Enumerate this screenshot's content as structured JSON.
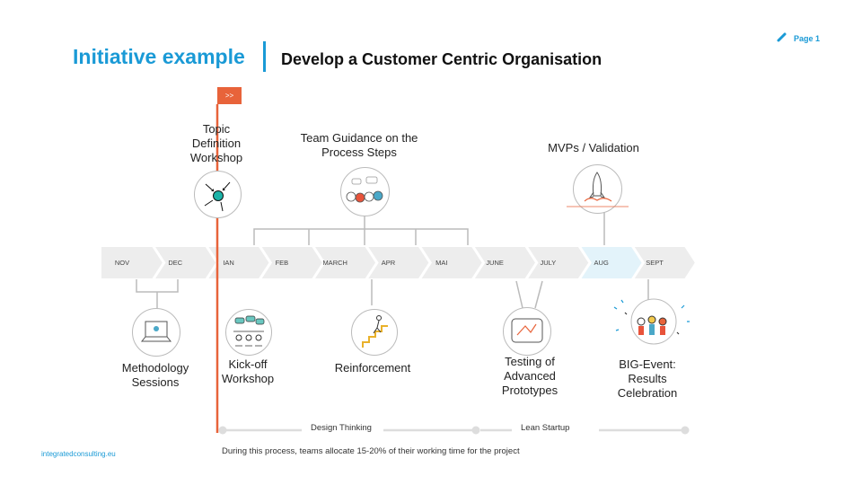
{
  "header": {
    "title": "Initiative example",
    "subtitle": "Develop a Customer Centric Organisation",
    "page_label": "Page 1"
  },
  "flag": {
    "label": ">>"
  },
  "months": [
    "NOV",
    "DEC",
    "IAN",
    "FEB",
    "MARCH",
    "APR",
    "MAI",
    "JUNE",
    "JULY",
    "AUG",
    "SEPT"
  ],
  "highlight_month": "AUG",
  "milestones_top": {
    "topic_definition": "Topic\nDefinition\nWorkshop",
    "team_guidance": "Team Guidance on the\nProcess Steps",
    "mvps": "MVPs / Validation"
  },
  "milestones_bottom": {
    "methodology": "Methodology\nSessions",
    "kickoff": "Kick-off\nWorkshop",
    "reinforcement": "Reinforcement",
    "testing": "Testing of\nAdvanced\nPrototypes",
    "big_event": "BIG-Event:\nResults\nCelebration"
  },
  "phases": {
    "design_thinking": "Design Thinking",
    "lean_startup": "Lean Startup"
  },
  "footer": {
    "note": "During this process, teams allocate 15-20% of their working time for the project",
    "url": "integratedconsulting.eu"
  },
  "colors": {
    "brand_blue": "#1a9ad6",
    "accent_orange": "#e8633a",
    "chevron_gray": "#ededed",
    "chevron_highlight": "#e3f3fa"
  }
}
